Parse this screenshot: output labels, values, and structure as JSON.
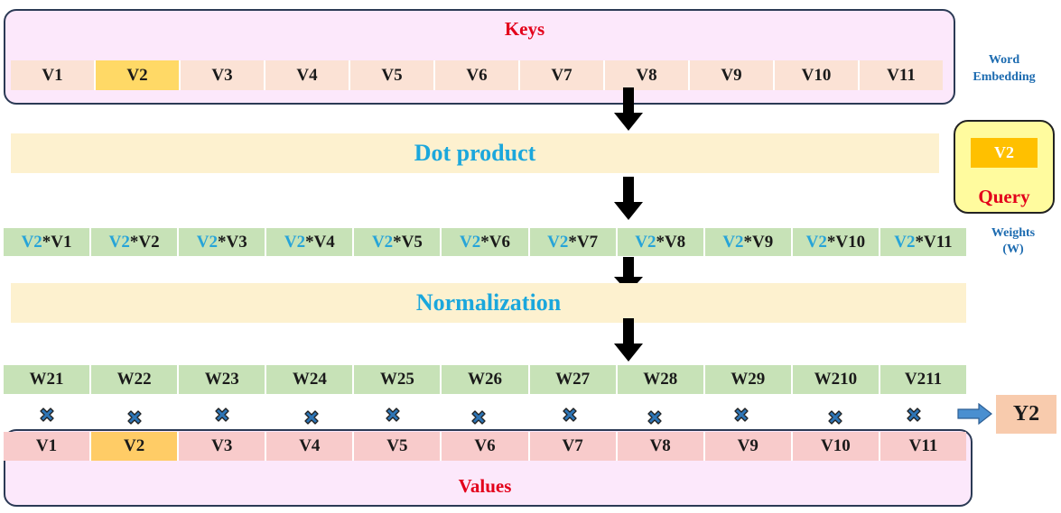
{
  "keys": {
    "title": "Keys",
    "side_label_line1": "Word",
    "side_label_line2": "Embedding",
    "cells": [
      "V1",
      "V2",
      "V3",
      "V4",
      "V5",
      "V6",
      "V7",
      "V8",
      "V9",
      "V10",
      "V11"
    ],
    "highlight_index": 1
  },
  "dot_product": {
    "label": "Dot product"
  },
  "query": {
    "value": "V2",
    "label": "Query"
  },
  "products": {
    "query_term": "V2",
    "key_terms": [
      "*V1",
      "*V2",
      "*V3",
      "*V4",
      "*V5",
      "*V6",
      "*V7",
      "*V8",
      "*V9",
      "*V10",
      "*V11"
    ]
  },
  "weights_label": {
    "line1": "Weights",
    "line2": "(W)"
  },
  "normalization": {
    "label": "Normalization"
  },
  "weights": {
    "cells": [
      "W21",
      "W22",
      "W23",
      "W24",
      "W25",
      "W26",
      "W27",
      "W28",
      "W29",
      "W210",
      "V211"
    ]
  },
  "values": {
    "title": "Values",
    "cells": [
      "V1",
      "V2",
      "V3",
      "V4",
      "V5",
      "V6",
      "V7",
      "V8",
      "V9",
      "V10",
      "V11"
    ],
    "highlight_index": 1
  },
  "output": {
    "label": "Y2"
  },
  "colors": {
    "title_red": "#e3001b",
    "accent_blue": "#1ba7dc",
    "key_fill": "#fbe2d5",
    "highlight_fill": "#ffd966",
    "weight_fill": "#c7e2b7",
    "value_fill": "#f8cbcb",
    "multiply_icon": "#2e75b6"
  }
}
